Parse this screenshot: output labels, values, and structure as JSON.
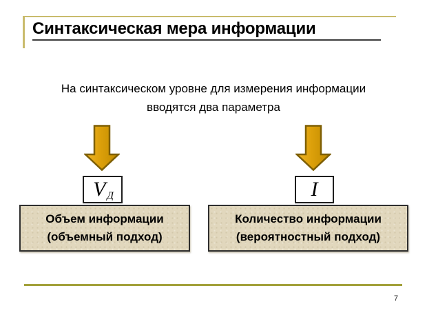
{
  "slide": {
    "title": "Синтаксическая мера информации",
    "intro": {
      "line1": "На синтаксическом уровне для измерения информации",
      "line2": "вводятся два параметра"
    },
    "columns": [
      {
        "symbol": "V",
        "symbol_subscript": "Д",
        "box_line1": "Объем информации",
        "box_line2": "(объемный подход)"
      },
      {
        "symbol": "I",
        "symbol_subscript": "",
        "box_line1": "Количество информации",
        "box_line2": "(вероятностный подход)"
      }
    ],
    "page_number": "7",
    "colors": {
      "arrow_fill_light": "#F0B427",
      "arrow_fill_mid": "#DCA00A",
      "arrow_fill_dark": "#C08A00",
      "arrow_stroke": "#7E5F04",
      "label_box_fill": "#E1D7BD",
      "label_box_border": "#2E2E2E",
      "top_rule": "#C9BB6C",
      "bottom_rule": "#A3A13B",
      "title_underline": "#3C3C3C",
      "text": "#000000"
    }
  }
}
